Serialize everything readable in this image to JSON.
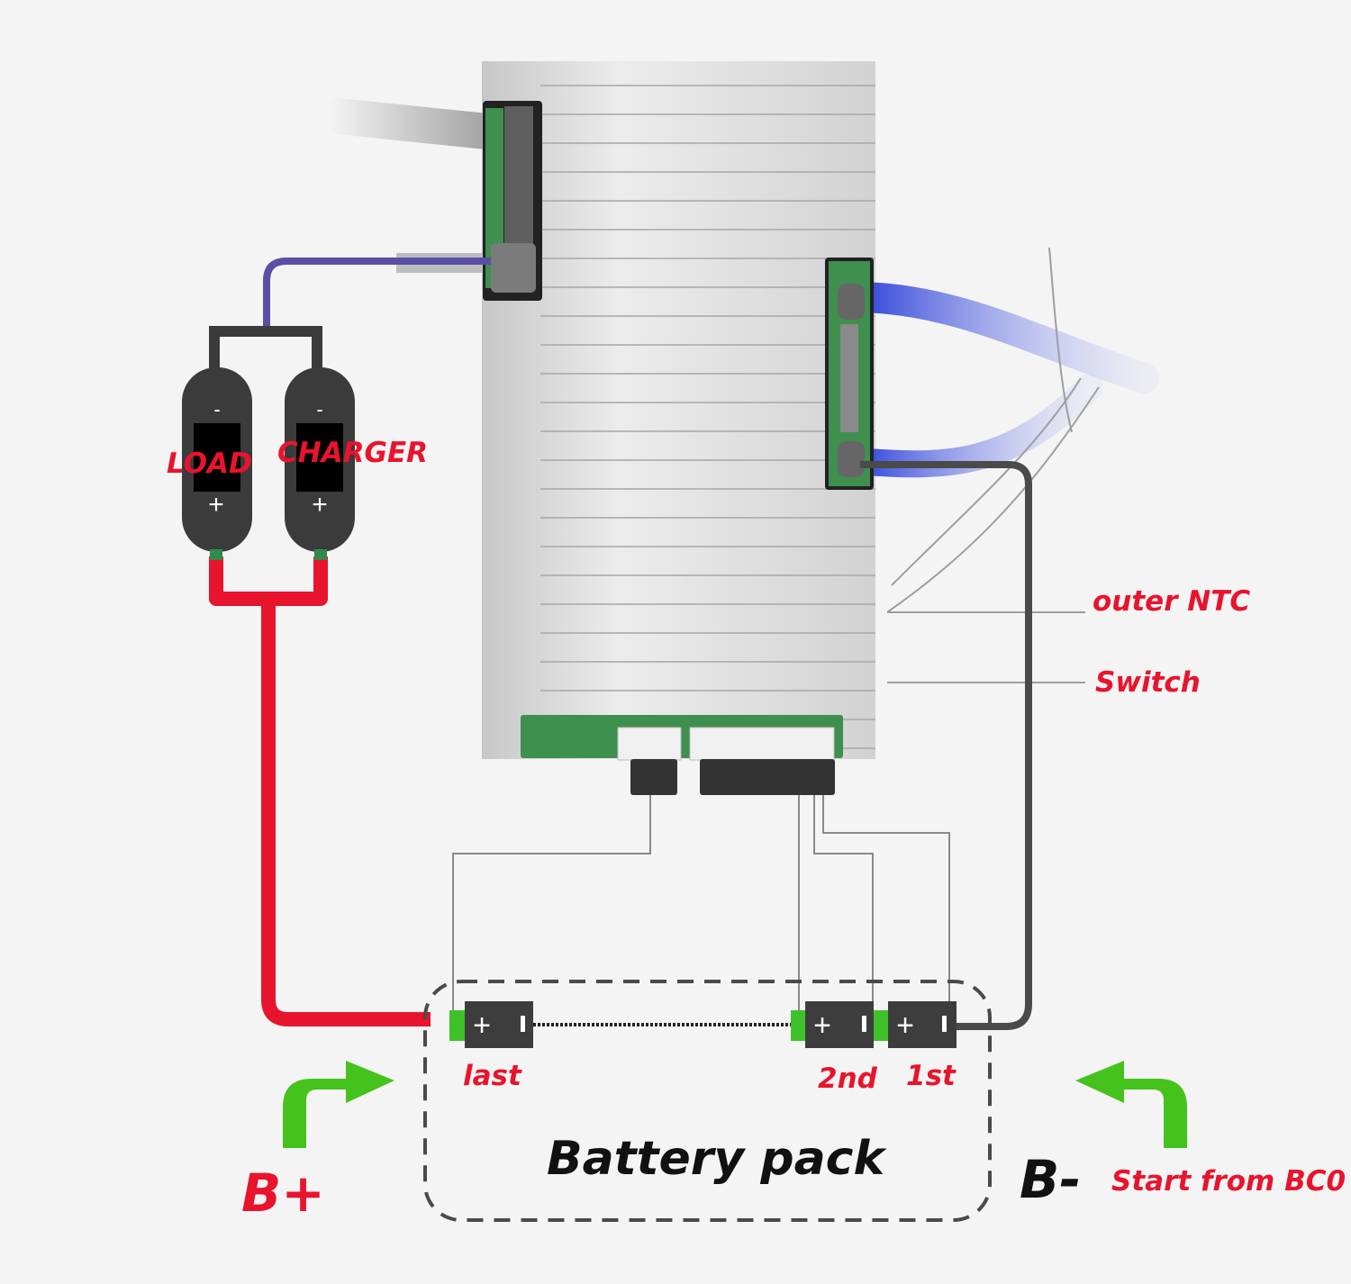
{
  "labels": {
    "load": "LOAD",
    "charger": "CHARGER",
    "outer_ntc": "outer NTC",
    "switch": "Switch",
    "cell_last": "last",
    "cell_2nd": "2nd",
    "cell_1st": "1st",
    "battery_pack": "Battery pack",
    "b_plus": "B+",
    "b_minus": "B-",
    "start_from": "Start from BC0"
  },
  "symbols": {
    "plus": "+",
    "minus": "-"
  },
  "colors": {
    "positive_wire": "#e8142d",
    "negative_wire": "#3b3b3b",
    "load_wire": "#5a4fa6",
    "arrow": "#46c21c",
    "heatsink": "#d9d9d9",
    "pcb": "#3f8f4f",
    "blue_cable": "#3a4fe0",
    "label_red": "#e8142d"
  },
  "icons": {
    "arrow_left": "green-curved-arrow-right",
    "arrow_right": "green-curved-arrow-left"
  }
}
